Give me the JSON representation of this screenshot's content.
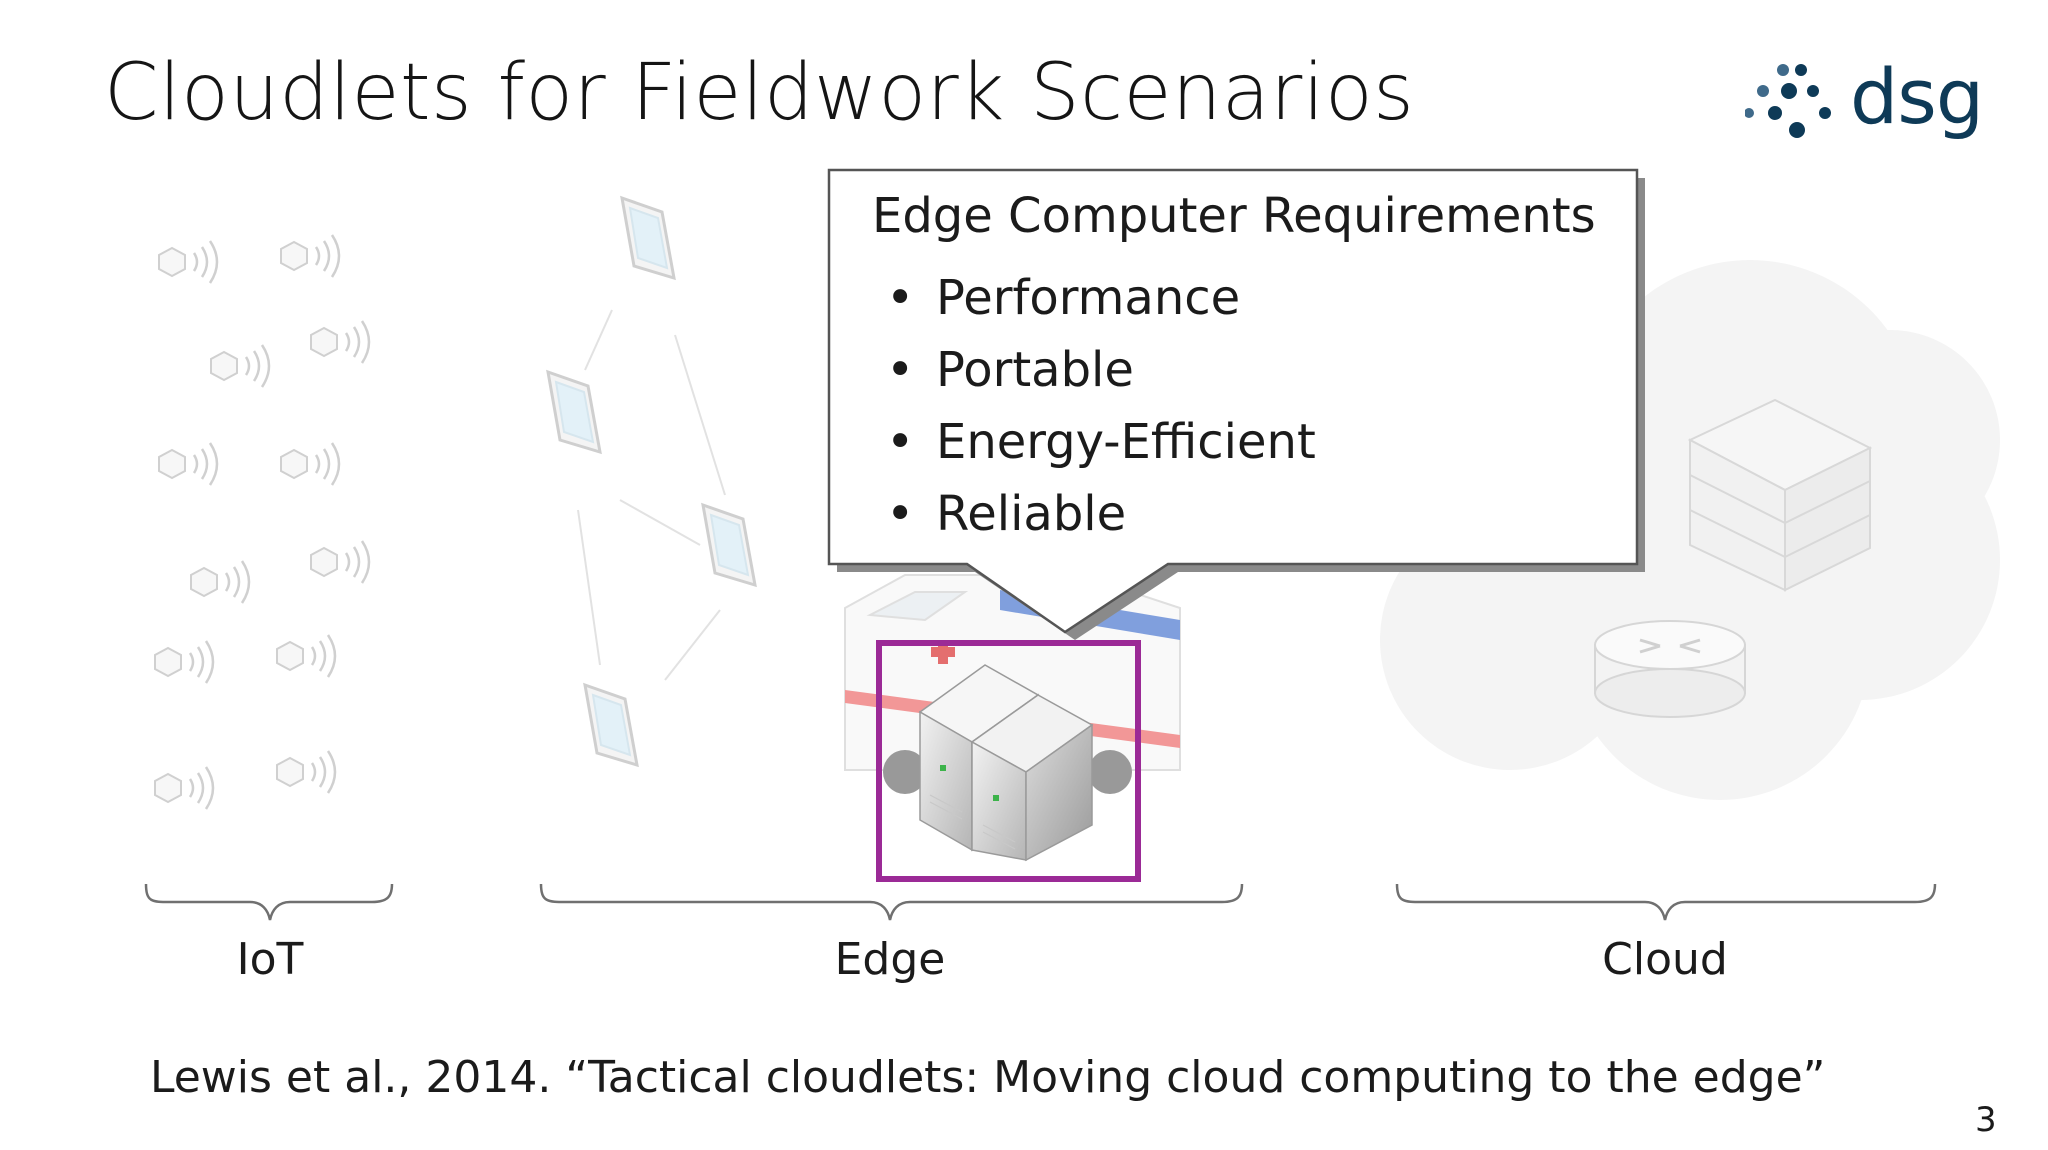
{
  "slide": {
    "title": "Cloudlets for Fieldwork Scenarios",
    "logo_text": "dsg",
    "callout": {
      "heading": "Edge Computer Requirements",
      "items": [
        "Performance",
        "Portable",
        "Energy-Efficient",
        "Reliable"
      ]
    },
    "labels": {
      "iot": "IoT",
      "edge": "Edge",
      "cloud": "Cloud"
    },
    "citation": "Lewis et al., 2014. “Tactical cloudlets: Moving cloud computing to the edge”",
    "page_number": "3"
  },
  "icons": [
    "iot-sensor-icon",
    "tablet-icon",
    "ambulance-icon",
    "server-icon",
    "router-icon",
    "server-rack-icon",
    "cloud-icon"
  ],
  "colors": {
    "highlight": "#9b2a96",
    "logo": "#0e3a57",
    "faded": "#d6d6d6"
  }
}
